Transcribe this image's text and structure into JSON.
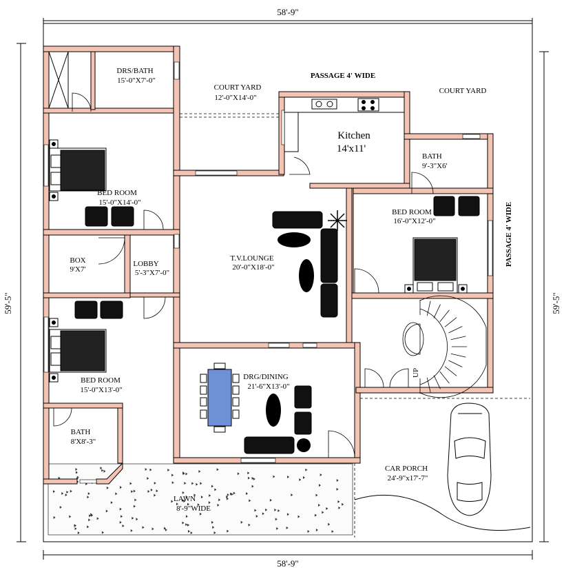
{
  "dimensions": {
    "top": "58'-9\"",
    "bottom": "58'-9\"",
    "left": "59'-5\"",
    "right": "59'-5\""
  },
  "rooms": {
    "drs_bath": {
      "name": "DRS/BATH",
      "size": "15'-0\"X7'-0\""
    },
    "court_yard_1": {
      "name": "COURT YARD",
      "size": "12'-0\"X14'-0\""
    },
    "passage_top": {
      "name": "PASSAGE 4' WIDE"
    },
    "court_yard_2": {
      "name": "COURT YARD"
    },
    "kitchen": {
      "name": "Kitchen",
      "size": "14'x11'"
    },
    "bath_right": {
      "name": "BATH",
      "size": "9'-3\"X6'"
    },
    "bed_room_1": {
      "name": "BED ROOM",
      "size": "15'-0\"X14'-0\""
    },
    "bed_room_right": {
      "name": "BED ROOM",
      "size": "16'-0\"X12'-0\""
    },
    "passage_right": {
      "name": "PASSAGE 4' WIDE"
    },
    "box": {
      "name": "BOX",
      "size": "9'X7'"
    },
    "lobby": {
      "name": "LOBBY",
      "size": "5'-3\"X7'-0\""
    },
    "tv_lounge": {
      "name": "T.V.LOUNGE",
      "size": "20'-0\"X18'-0\""
    },
    "bed_room_2": {
      "name": "BED ROOM",
      "size": "15'-0\"X13'-0\""
    },
    "drg_dining": {
      "name": "DRG/DINING",
      "size": "21'-6\"X13'-0\""
    },
    "bath_left": {
      "name": "BATH",
      "size": "8'X8'-3\""
    },
    "lawn": {
      "name": "LAWN",
      "size": "8'-9\"WIDE"
    },
    "car_porch": {
      "name": "CAR PORCH",
      "size": "24'-9\"x17'-7\""
    }
  },
  "stair_label": "UP",
  "colors": {
    "wall": "#f3c4b3",
    "line": "#000000",
    "table": "#6f8fd6"
  }
}
